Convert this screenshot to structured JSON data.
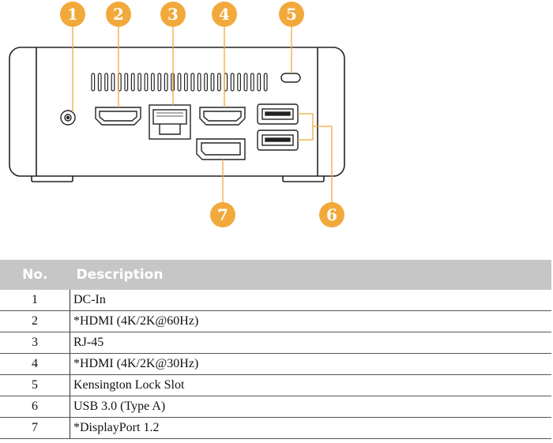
{
  "callouts": [
    "1",
    "2",
    "3",
    "4",
    "5",
    "6",
    "7"
  ],
  "colors": {
    "callout_fill": "#F2A93B",
    "header_bg": "#C6C6C6",
    "device_stroke": "#222222"
  },
  "table": {
    "headers": {
      "no": "No.",
      "description": "Description"
    },
    "rows": [
      {
        "no": "1",
        "description": "DC-In"
      },
      {
        "no": "2",
        "description": "*HDMI (4K/2K@60Hz)"
      },
      {
        "no": "3",
        "description": "RJ-45"
      },
      {
        "no": "4",
        "description": "*HDMI (4K/2K@30Hz)"
      },
      {
        "no": "5",
        "description": "Kensington Lock Slot"
      },
      {
        "no": "6",
        "description": "USB 3.0 (Type A)"
      },
      {
        "no": "7",
        "description": "*DisplayPort 1.2"
      }
    ]
  }
}
